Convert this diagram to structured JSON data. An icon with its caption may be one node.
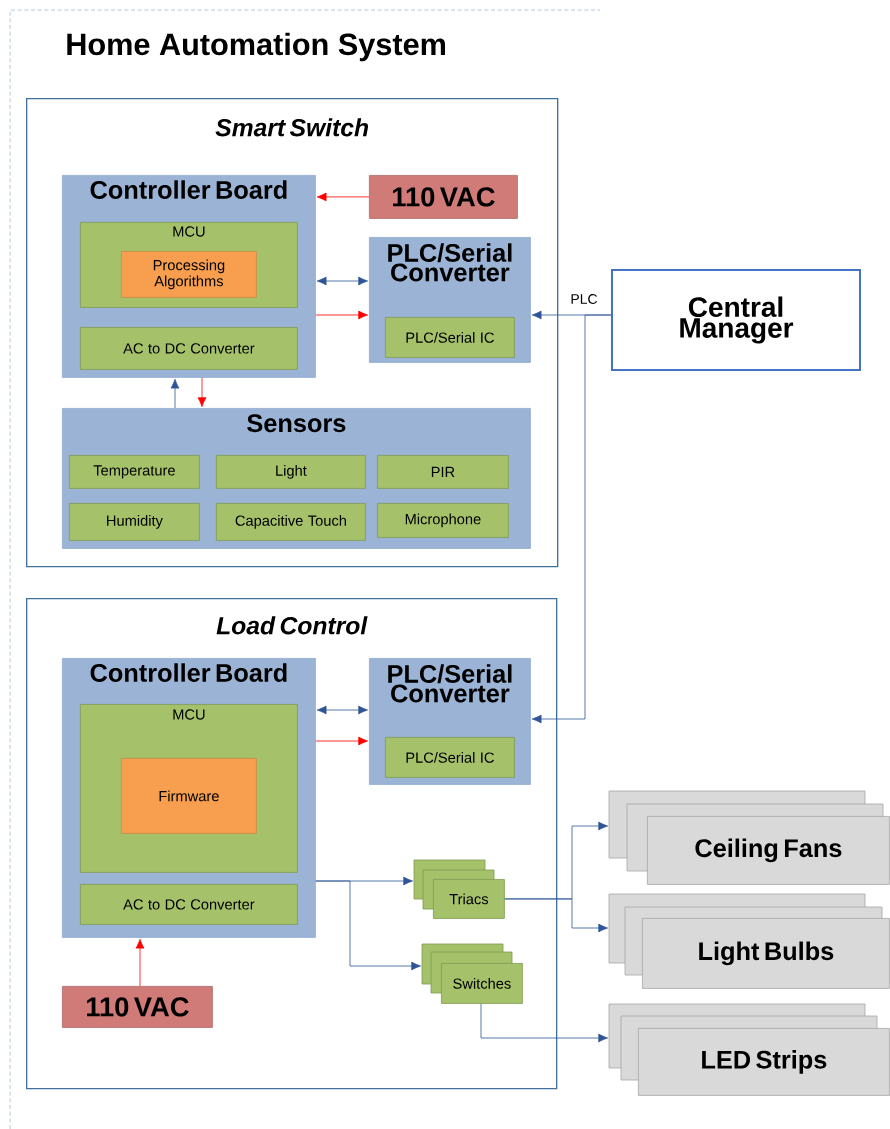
{
  "diagram": {
    "title": "Home Automation System",
    "nodes": [
      {
        "text": [
          "Smart Switch"
        ]
      },
      {
        "text": [
          "Controller Board"
        ],
        "in": 0
      },
      {
        "text": [
          "MCU"
        ],
        "in": 1
      },
      {
        "text": [
          "Processing Algorithms"
        ],
        "in": 2
      },
      {
        "text": [
          "AC to DC Converter"
        ],
        "in": 1
      },
      {
        "text": [
          "110 VAC"
        ],
        "in": 0
      },
      {
        "text": [
          "PLC/Serial Converter"
        ],
        "in": 0
      },
      {
        "text": [
          "PLC/Serial IC"
        ],
        "in": 6
      },
      {
        "text": [
          "Sensors"
        ],
        "in": 0
      },
      {
        "text": [
          "Temperature"
        ],
        "in": 8
      },
      {
        "text": [
          "Light"
        ],
        "in": 8
      },
      {
        "text": [
          "PIR"
        ],
        "in": 8
      },
      {
        "text": [
          "Humidity"
        ],
        "in": 8
      },
      {
        "text": [
          "Capacitive Touch"
        ],
        "in": 8
      },
      {
        "text": [
          "Microphone"
        ],
        "in": 8
      },
      {
        "text": [
          "Central Manager"
        ]
      },
      {
        "text": [
          "Load Control"
        ]
      },
      {
        "text": [
          "Controller Board"
        ],
        "in": 16
      },
      {
        "text": [
          "MCU"
        ],
        "in": 17
      },
      {
        "text": [
          "Firmware"
        ],
        "in": 18
      },
      {
        "text": [
          "AC to DC Converter"
        ],
        "in": 17
      },
      {
        "text": [
          "PLC/Serial Converter"
        ],
        "in": 16
      },
      {
        "text": [
          "PLC/Serial IC"
        ],
        "in": 21
      },
      {
        "text": [
          "110 VAC"
        ],
        "in": 16
      },
      {
        "text": [
          "Triacs"
        ],
        "in": 16
      },
      {
        "text": [
          "Switches"
        ],
        "in": 16
      },
      {
        "text": [
          "Ceiling Fans"
        ]
      },
      {
        "text": [
          "Light Bulbs"
        ]
      },
      {
        "text": [
          "LED Strips"
        ]
      }
    ],
    "edges": [
      {
        "from": 5,
        "to": 1,
        "arrow": "to",
        "color": "#ff0000"
      },
      {
        "from": 1,
        "to": 6,
        "arrow": "both"
      },
      {
        "from": 1,
        "to": 6,
        "arrow": "to",
        "color": "#ff0000"
      },
      {
        "from": 8,
        "to": 1,
        "arrow": "to"
      },
      {
        "from": 1,
        "to": 8,
        "arrow": "to",
        "color": "#ff0000"
      },
      {
        "from": 15,
        "to": 6,
        "arrow": "to",
        "label": "PLC"
      },
      {
        "from": 15,
        "to": 21,
        "arrow": "to"
      },
      {
        "from": 17,
        "to": 21,
        "arrow": "both"
      },
      {
        "from": 17,
        "to": 21,
        "arrow": "to",
        "color": "#ff0000"
      },
      {
        "from": 23,
        "to": 17,
        "arrow": "to",
        "color": "#ff0000"
      },
      {
        "from": 17,
        "to": 24,
        "arrow": "to"
      },
      {
        "from": 17,
        "to": 25,
        "arrow": "to"
      },
      {
        "from": 24,
        "to": 26,
        "arrow": "to"
      },
      {
        "from": 24,
        "to": 27,
        "arrow": "to"
      },
      {
        "from": 25,
        "to": 28,
        "arrow": "to"
      }
    ]
  }
}
